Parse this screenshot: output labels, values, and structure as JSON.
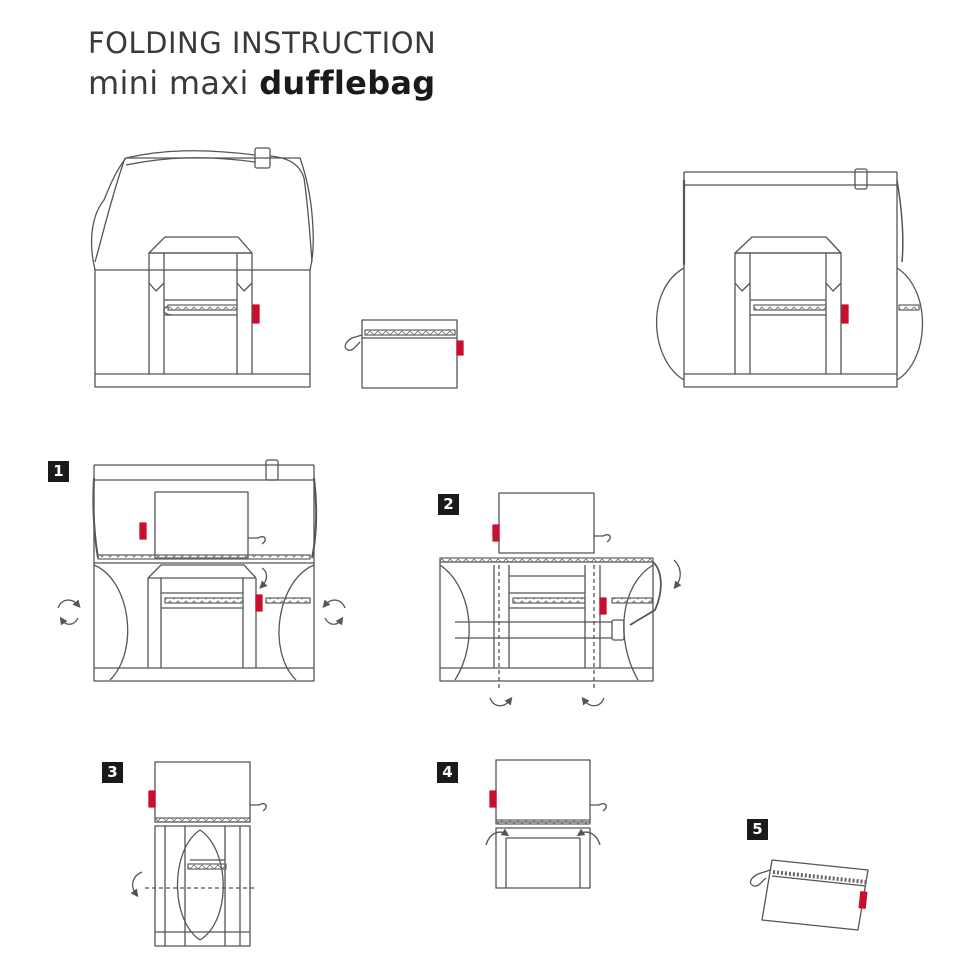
{
  "title": {
    "line1": "FOLDING INSTRUCTION",
    "line2_prefix": "mini maxi ",
    "line2_bold": "dufflebag"
  },
  "steps": [
    "1",
    "2",
    "3",
    "4",
    "5"
  ],
  "colors": {
    "line": "#555555",
    "label_tag": "#c8102e",
    "badge": "#1a1a1a"
  },
  "icons": [
    "bag-closed-icon",
    "pouch-icon",
    "bag-open-icon",
    "rotate-arrow-icon",
    "carabiner-icon"
  ]
}
